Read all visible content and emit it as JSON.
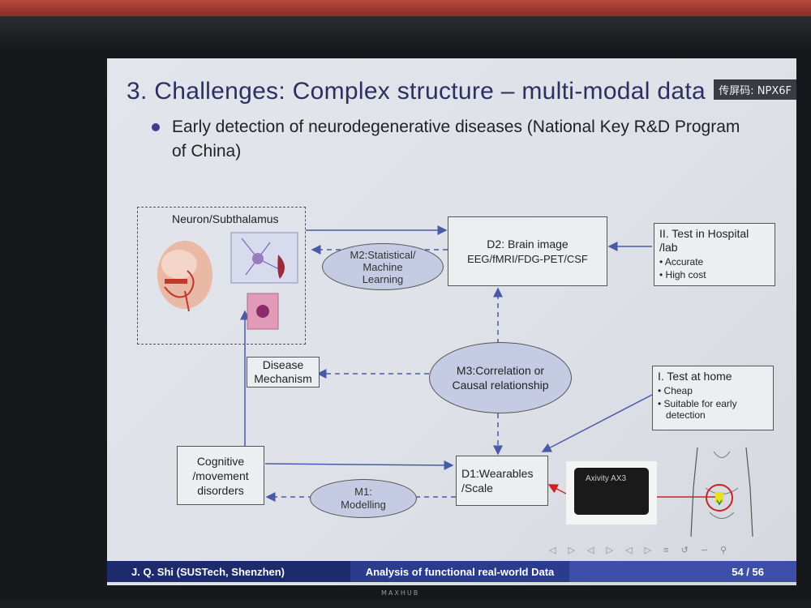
{
  "slide": {
    "title": "3. Challenges: Complex structure – multi-modal data",
    "bullet": "Early detection of neurodegenerative diseases (National Key R&D Program of China)",
    "projector_code": "传屏码: NPX6F"
  },
  "diagram": {
    "neuron_label": "Neuron/Subthalamus",
    "m2_label": "M2:Statistical/ Machine Learning",
    "d2_title": "D2:",
    "d2_text": "Brain image",
    "d2_subtitle": "EEG/fMRI/FDG-PET/CSF",
    "hospital_title": "II. Test in Hospital /lab",
    "hospital_items": [
      "Accurate",
      "High cost"
    ],
    "m3_label": "M3:Correlation or Causal relationship",
    "disease_label": "Disease Mechanism",
    "home_title": "I. Test at home",
    "home_items": [
      "Cheap",
      "Suitable for early detection"
    ],
    "cognitive_label": "Cognitive /movement disorders",
    "d1_label": "D1:Wearables /Scale",
    "m1_label": "M1: Modelling",
    "device_text": "Axivity AX3"
  },
  "footer": {
    "author": "J. Q. Shi  (SUSTech, Shenzhen)",
    "center": "Analysis of functional real-world Data",
    "page": "54 / 56"
  },
  "bottom": {
    "brand": "MAXHUB"
  },
  "colors": {
    "footer_dark": "#1d2a6b",
    "footer_mid": "#2b3b8e",
    "ellipse": "#c5cbe3",
    "title": "#2d2f5e"
  }
}
